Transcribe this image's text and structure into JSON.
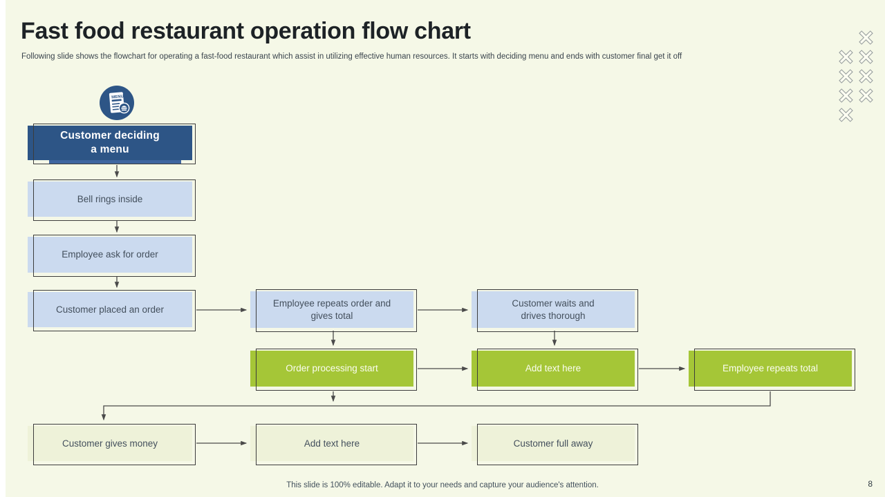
{
  "slide": {
    "title": "Fast food restaurant operation flow chart",
    "subtitle": "Following slide shows the flowchart for operating a fast-food restaurant which assist in utilizing effective  human resources. It starts with deciding menu and ends with customer final get it off",
    "footer": "This slide is 100% editable. Adapt it to your needs and capture your audience's attention.",
    "page_number": "8"
  },
  "colors": {
    "background": "#f5f8e7",
    "dark_blue": "#2d5586",
    "light_blue": "#cbdaef",
    "green": "#a5c637",
    "cream": "#eef2d9",
    "outline": "#3c3c3c",
    "arrow": "#4a4a4a"
  },
  "icons": {
    "start_icon": "menu-document-icon",
    "start_icon_label": "MENU",
    "decoration": "x-cross-pattern"
  },
  "flowchart": {
    "nodes": [
      {
        "id": "start",
        "style": "dark-blue",
        "label": "Customer deciding\na menu"
      },
      {
        "id": "bell",
        "style": "light-blue",
        "label": "Bell rings inside"
      },
      {
        "id": "ask",
        "style": "light-blue",
        "label": "Employee ask for order"
      },
      {
        "id": "placed",
        "style": "light-blue",
        "label": "Customer placed an order"
      },
      {
        "id": "repeats",
        "style": "light-blue",
        "label": "Employee repeats order and\ngives total"
      },
      {
        "id": "waits",
        "style": "light-blue",
        "label": "Customer waits and\ndrives thorough"
      },
      {
        "id": "processing",
        "style": "green",
        "label": "Order processing start"
      },
      {
        "id": "add-green",
        "style": "green",
        "label": "Add text here"
      },
      {
        "id": "repeat-total",
        "style": "green",
        "label": "Employee repeats total"
      },
      {
        "id": "money",
        "style": "cream",
        "label": "Customer gives money"
      },
      {
        "id": "add-cream",
        "style": "cream",
        "label": "Add text here"
      },
      {
        "id": "full-away",
        "style": "cream",
        "label": "Customer full away"
      }
    ],
    "edges": [
      {
        "from": "start",
        "to": "bell"
      },
      {
        "from": "bell",
        "to": "ask"
      },
      {
        "from": "ask",
        "to": "placed"
      },
      {
        "from": "placed",
        "to": "repeats"
      },
      {
        "from": "repeats",
        "to": "waits"
      },
      {
        "from": "repeats",
        "to": "processing"
      },
      {
        "from": "waits",
        "to": "add-green"
      },
      {
        "from": "processing",
        "to": "add-green"
      },
      {
        "from": "add-green",
        "to": "repeat-total"
      },
      {
        "from": "processing",
        "to": "money"
      },
      {
        "from": "repeat-total",
        "to": "money"
      },
      {
        "from": "money",
        "to": "add-cream"
      },
      {
        "from": "add-cream",
        "to": "full-away"
      }
    ]
  }
}
